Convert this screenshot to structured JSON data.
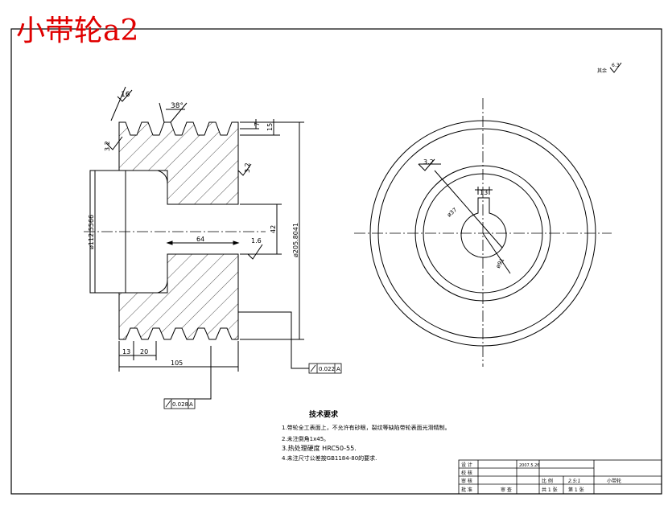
{
  "title_overlay": "小带轮a2",
  "colors": {
    "line": "#000000",
    "title": "#e00000",
    "background": "#ffffff"
  },
  "left_view": {
    "angle_label": "16",
    "groove_angle": "38°",
    "top_dims": [
      "7",
      "15"
    ],
    "left_rough": "3.2",
    "right_rough": "3.2",
    "bore_dia": "ø112.5566",
    "outer_dia": "ø205.8041",
    "hub_dim": "42",
    "hub_len": "64",
    "hub_rough": "1.6",
    "bottom_dims": [
      "13",
      "20"
    ],
    "total_width": "105",
    "tol_right": {
      "value": "0.022",
      "datum": "A"
    },
    "tol_left": {
      "value": "0.028",
      "datum": "A"
    }
  },
  "right_view": {
    "rough_label": "3.2",
    "keyway": "13",
    "bore": "ø37",
    "hub_ring": "ø91",
    "corner_note": "其余",
    "corner_rough": "6.3"
  },
  "tech_requirements": {
    "heading": "技术要求",
    "items": [
      "1.带轮全工表面上，不允许有砂眼，裂纹等缺陷带轮表面光滑精制。",
      "2.未注倒角1x45。",
      "3.热处理硬度 HRC50-55.",
      "4.未注尺寸公差按GB1184-80的要求."
    ]
  },
  "title_block": {
    "rows": [
      "设 计",
      "校 核",
      "审 核",
      "批 准"
    ],
    "drawing_no": "2007.5.26",
    "scale_label": "比 例",
    "scale": "2.5:1",
    "part_name": "小带轮",
    "sheets": "共 1 张",
    "sheet_no": "第 1 张",
    "approval": "审 查"
  }
}
